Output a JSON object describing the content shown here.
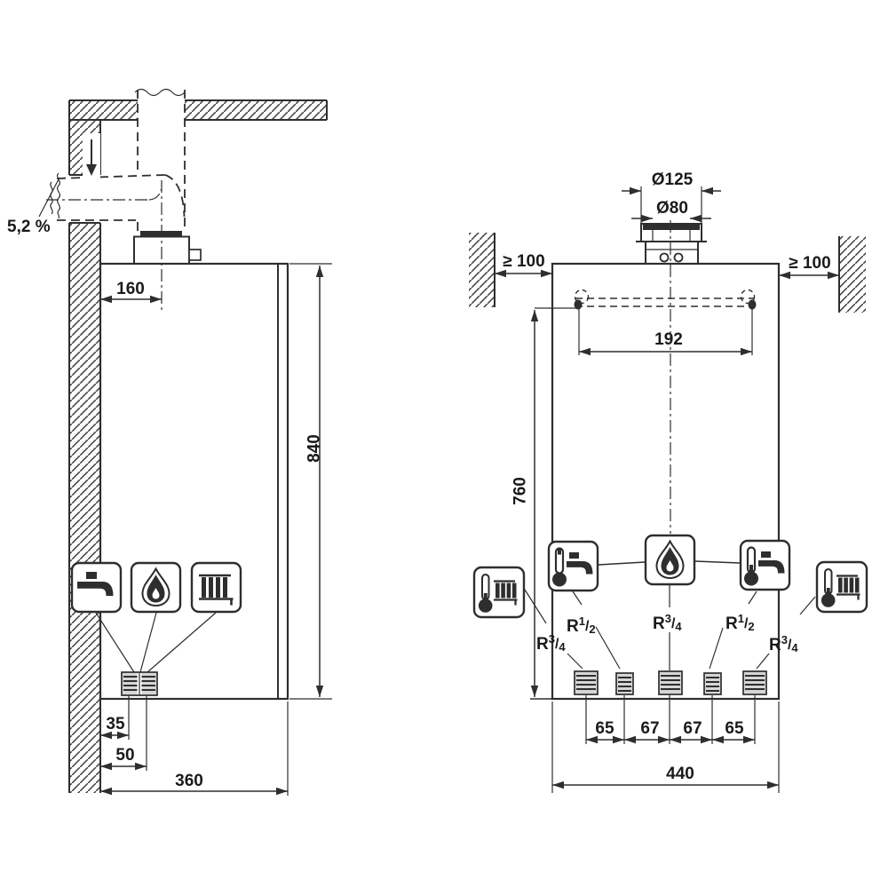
{
  "diagram": {
    "background": "#ffffff",
    "line_color": "#2e2e2e",
    "text_color": "#1a1a1a",
    "side_view": {
      "slope_label": "5,2 %",
      "dim_flue_offset": "160",
      "dim_height": "840",
      "dim_conn_offset_near": "35",
      "dim_conn_offset_far": "50",
      "dim_depth": "360",
      "icons": [
        "hot-water-tap-icon",
        "gas-flame-icon",
        "radiator-icon"
      ]
    },
    "front_view": {
      "dim_flue_outer_diameter": "Ø125",
      "dim_flue_inner_diameter": "Ø80",
      "dim_clearance_left": "≥ 100",
      "dim_clearance_right": "≥ 100",
      "dim_bracket_hole_spacing": "192",
      "dim_mounting_height": "760",
      "dim_connection_spacings": [
        "65",
        "67",
        "67",
        "65"
      ],
      "dim_width": "440",
      "icons": [
        "heating-thermo-radiator-icon",
        "cold-water-thermo-tap-icon",
        "gas-flame-icon",
        "hot-water-thermo-tap-icon",
        "heating-thermo-radiator-icon"
      ],
      "threads": {
        "heating_left": {
          "base": "R",
          "sup": "3",
          "slash": "/",
          "sub": "4"
        },
        "dhw_left": {
          "base": "R",
          "sup": "1",
          "slash": "/",
          "sub": "2"
        },
        "gas": {
          "base": "R",
          "sup": "3",
          "slash": "/",
          "sub": "4"
        },
        "dhw_right": {
          "base": "R",
          "sup": "1",
          "slash": "/",
          "sub": "2"
        },
        "heating_right": {
          "base": "R",
          "sup": "3",
          "slash": "/",
          "sub": "4"
        }
      }
    }
  }
}
